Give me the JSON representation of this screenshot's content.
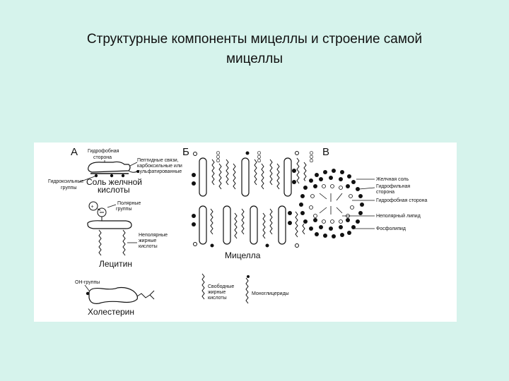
{
  "slide": {
    "title_line1": "Структурные компоненты мицеллы и строение самой",
    "title_line2": "мицеллы"
  },
  "figure": {
    "panel_a": {
      "letter": "А",
      "hydrophobic_side": [
        "Гидрофобная",
        "сторона"
      ],
      "peptide_bonds": [
        "Пептидные связи,",
        "карбоксильные или",
        "сульфатированные"
      ],
      "hydroxyl_groups": [
        "Гидроксильные",
        "группы"
      ],
      "bile_salt": [
        "Соль желчной",
        "кислоты"
      ],
      "polar_groups": [
        "Полярные",
        "группы"
      ],
      "nonpolar_acids": [
        "Неполярные",
        "жирные",
        "кислоты"
      ],
      "lecithin": "Лецитин",
      "oh_groups": "ОН-группы",
      "cholesterol": "Холестерин"
    },
    "panel_b": {
      "letter": "Б",
      "micelle": "Мицелла",
      "free_fatty_acids": [
        "Свободные",
        "жирные",
        "кислоты"
      ],
      "monoglycerides": "Моноглицериды"
    },
    "panel_c": {
      "letter": "В",
      "bile_salt": "Желчная соль",
      "hydrophilic_side": [
        "Гидрофильная",
        "сторона"
      ],
      "hydrophobic_side": "Гидрофобная сторона",
      "nonpolar_lipid": "Неполярный липид",
      "phospholipid": "Фосфолипид"
    }
  }
}
